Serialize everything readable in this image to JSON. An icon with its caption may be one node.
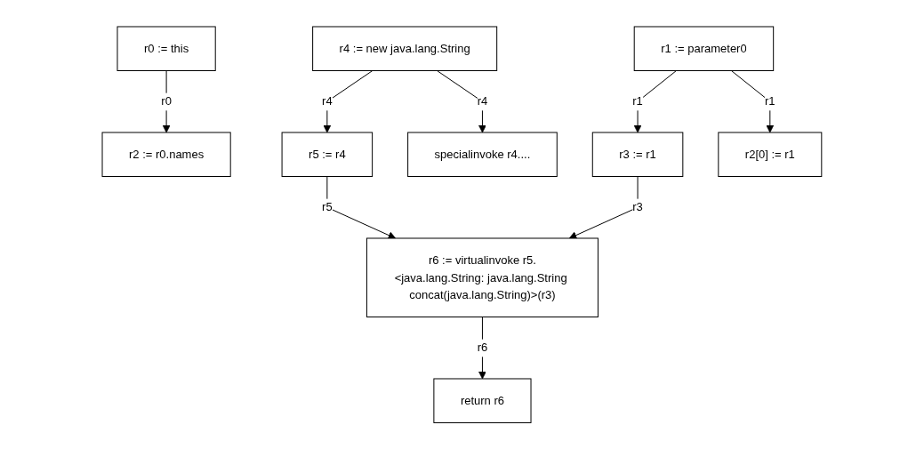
{
  "diagram": {
    "nodes": [
      {
        "text": [
          "r0 := this"
        ]
      },
      {
        "text": [
          "r2 := r0.names"
        ]
      },
      {
        "text": [
          "r4 := new java.lang.String"
        ]
      },
      {
        "text": [
          "r1 := parameter0"
        ]
      },
      {
        "text": [
          "r5 := r4"
        ]
      },
      {
        "text": [
          "specialinvoke r4...."
        ]
      },
      {
        "text": [
          "r3 := r1"
        ]
      },
      {
        "text": [
          "r2[0] := r1"
        ]
      },
      {
        "text": [
          "r6 := virtualinvoke r5.<java.lang.String: java.lang.String concat(java.lang.String)>(r3)"
        ]
      },
      {
        "text": [
          "return r6"
        ]
      }
    ],
    "edges": [
      {
        "from": 0,
        "to": 1,
        "arrow": "to",
        "label": "r0"
      },
      {
        "from": 2,
        "to": 4,
        "arrow": "to",
        "label": "r4"
      },
      {
        "from": 2,
        "to": 5,
        "arrow": "to",
        "label": "r4"
      },
      {
        "from": 3,
        "to": 6,
        "arrow": "to",
        "label": "r1"
      },
      {
        "from": 3,
        "to": 7,
        "arrow": "to",
        "label": "r1"
      },
      {
        "from": 4,
        "to": 8,
        "arrow": "to",
        "label": "r5"
      },
      {
        "from": 6,
        "to": 8,
        "arrow": "to",
        "label": "r3"
      },
      {
        "from": 8,
        "to": 9,
        "arrow": "to",
        "label": "r6"
      }
    ]
  }
}
